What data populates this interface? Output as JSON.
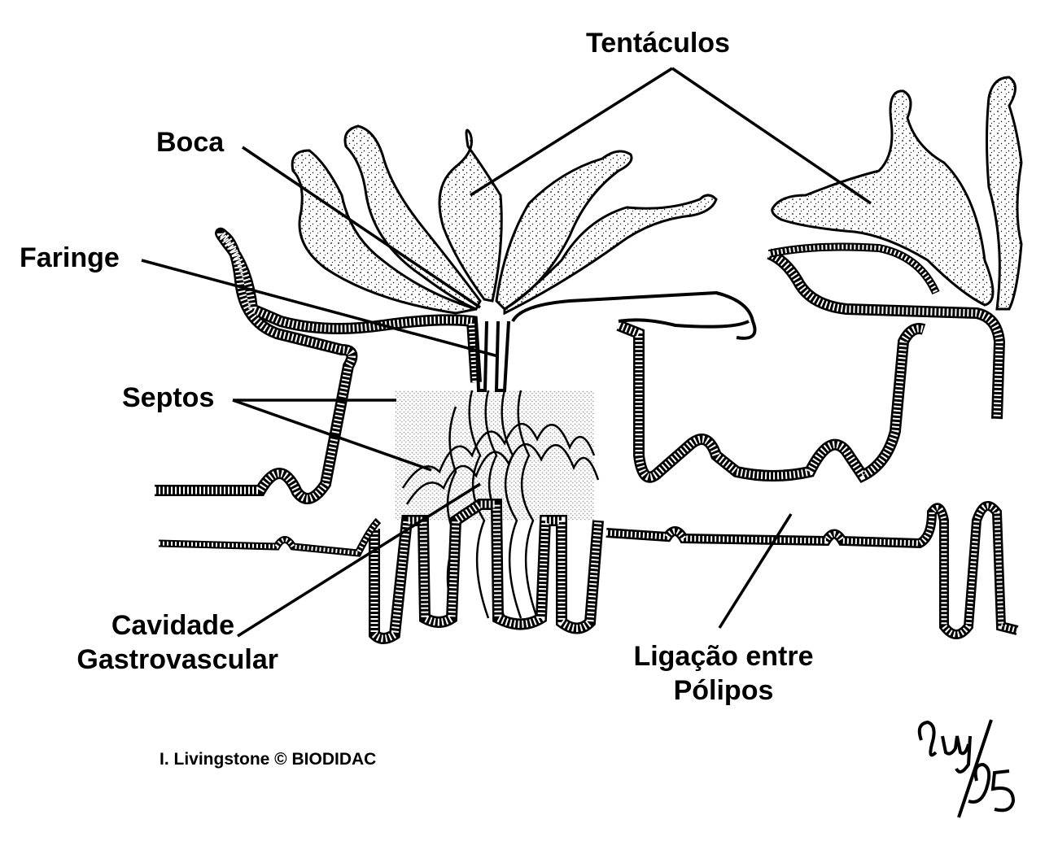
{
  "labels": {
    "tentaculos": "Tentáculos",
    "boca": "Boca",
    "faringe": "Faringe",
    "septos": "Septos",
    "cavidade_line1": "Cavidade",
    "cavidade_line2": "Gastrovascular",
    "ligacao_line1": "Ligação entre",
    "ligacao_line2": "Pólipos"
  },
  "credit": "I. Livingstone  © BIODIDAC",
  "signature": "9uy/95",
  "colors": {
    "ink": "#000000",
    "background": "#ffffff"
  }
}
